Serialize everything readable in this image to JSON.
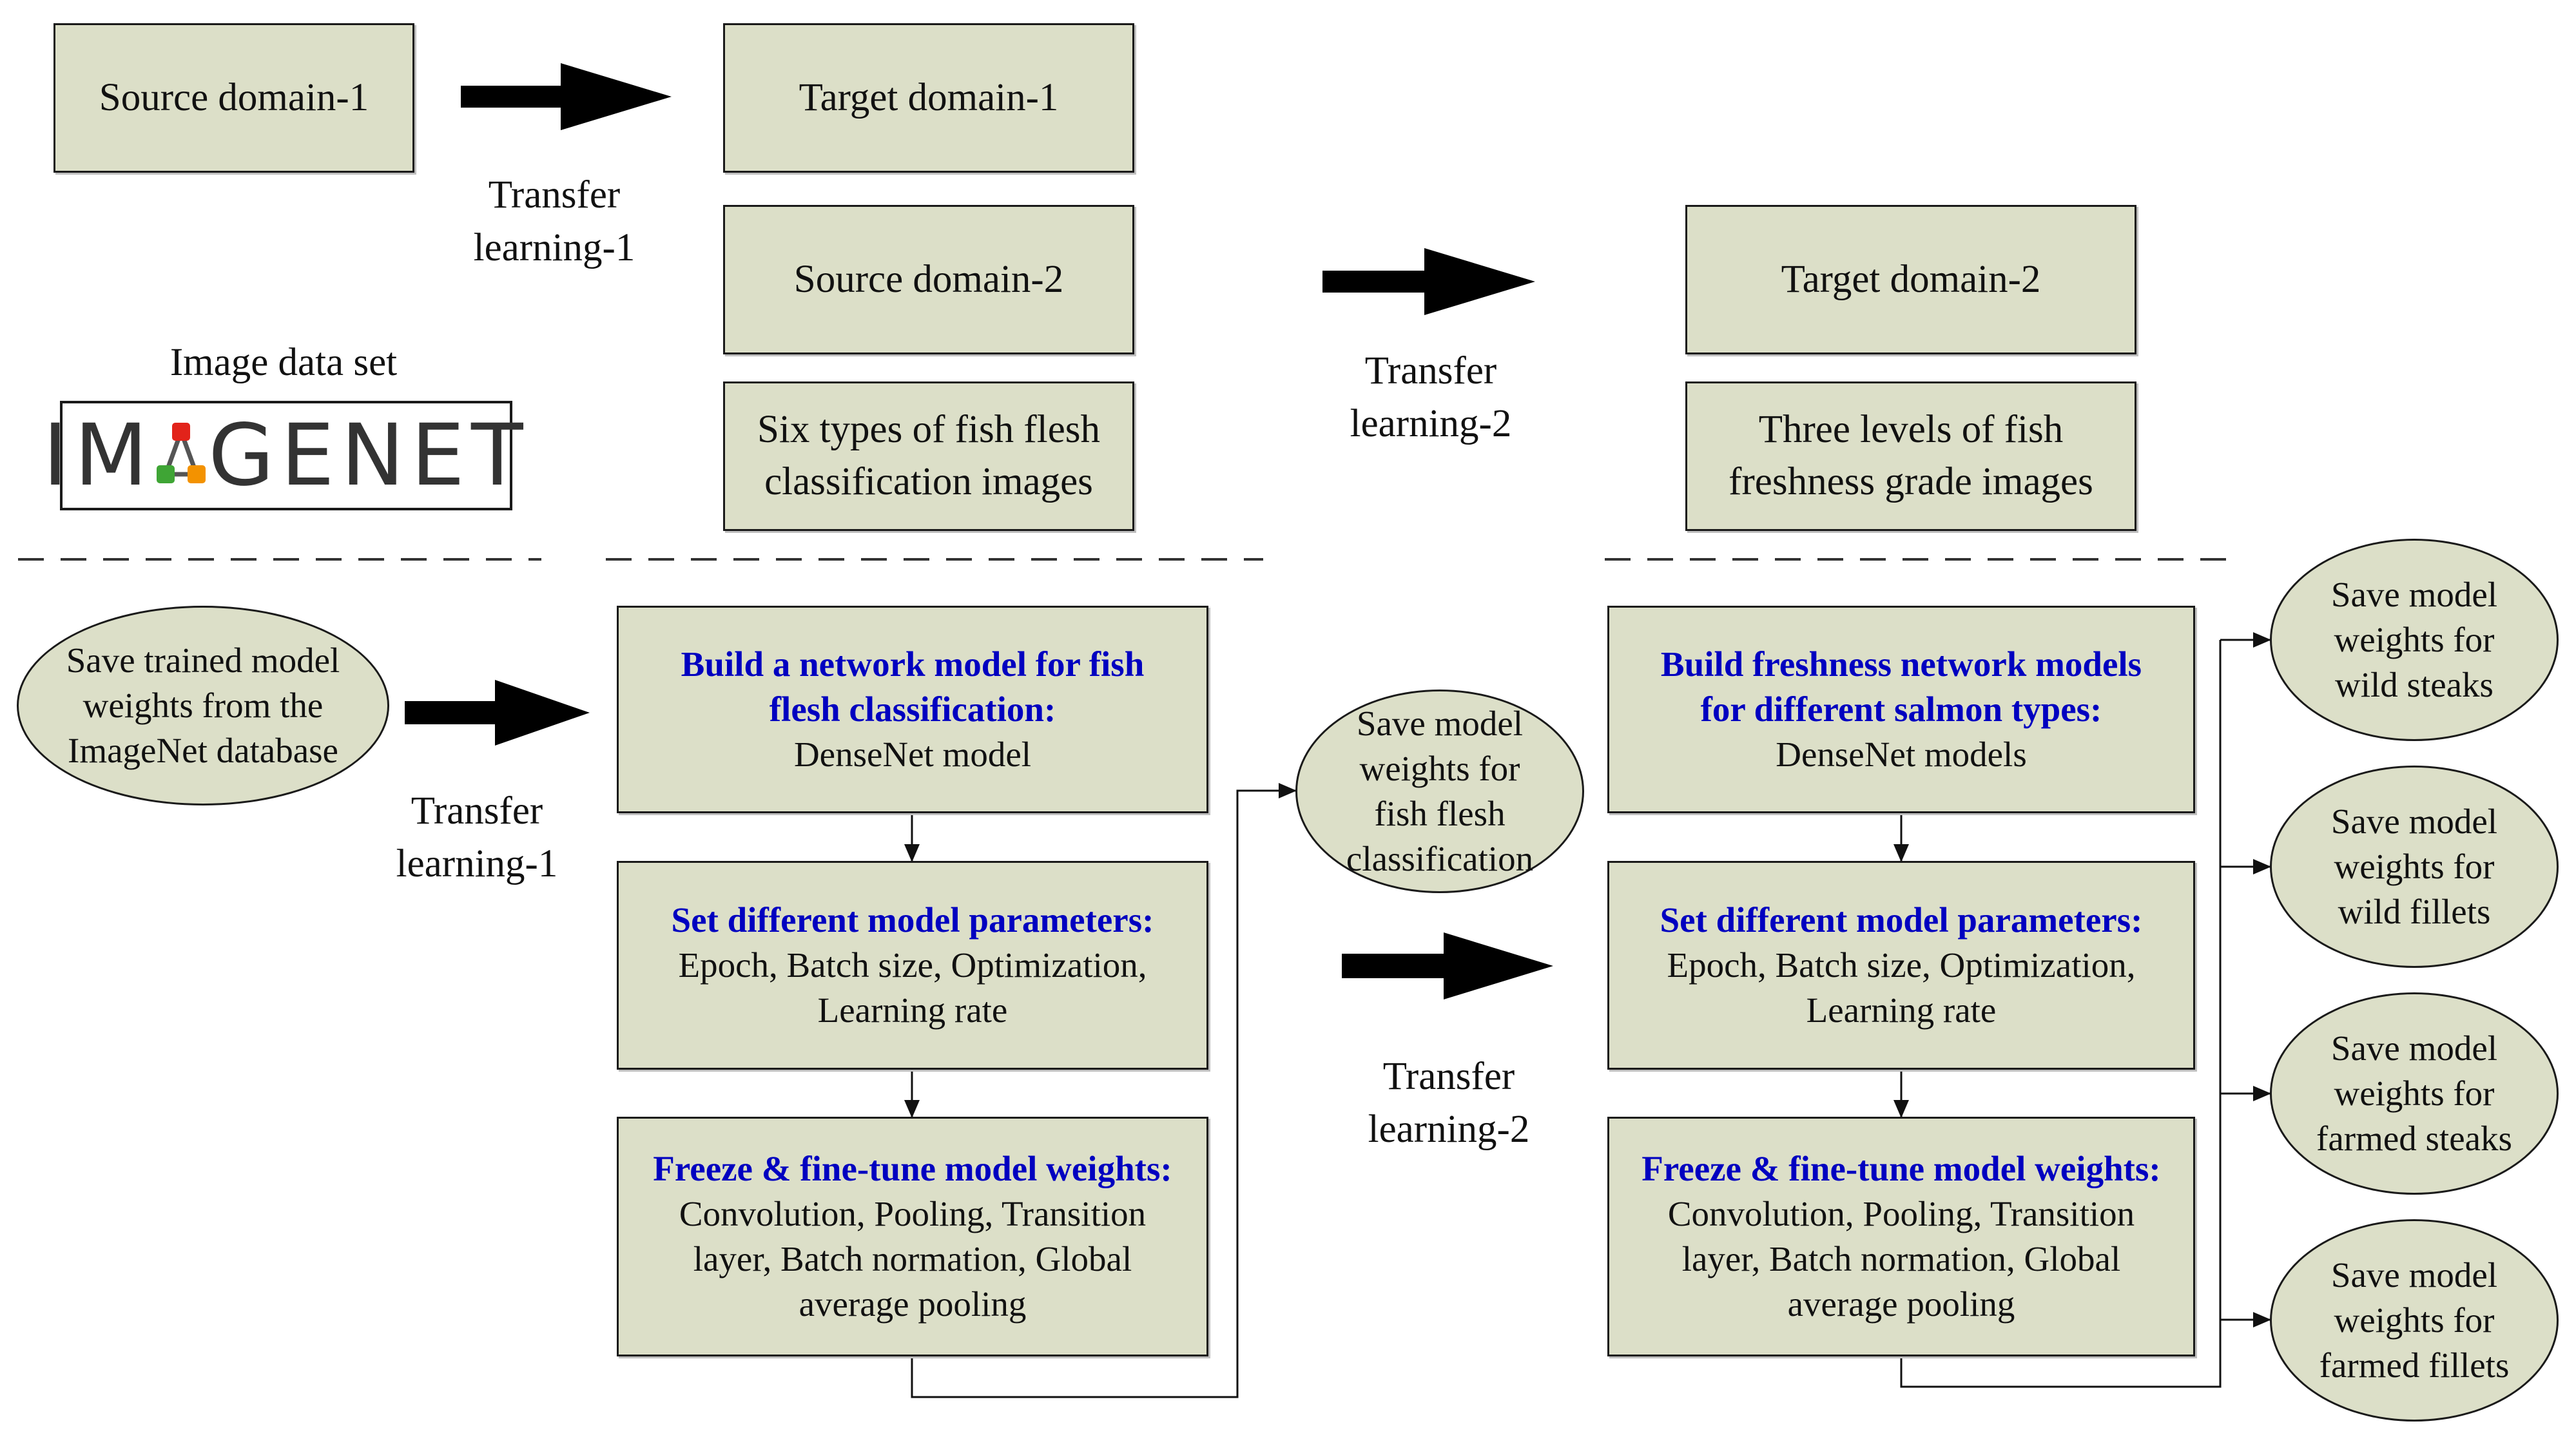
{
  "source_domain_1": "Source domain-1",
  "target_domain_1": "Target domain-1",
  "source_domain_2": "Source domain-2",
  "target_domain_2": "Target domain-2",
  "fish_flesh_images": [
    "Six types of fish flesh",
    "classification images"
  ],
  "freshness_images": [
    "Three levels of fish",
    "freshness grade images"
  ],
  "image_data_set_label": "Image data set",
  "imagenet_logo": {
    "text_left": "IM",
    "text_right": "GENET",
    "node_colors": [
      "#3fa535",
      "#e2231a",
      "#f39200"
    ]
  },
  "transfer_1_label": [
    "Transfer",
    "learning-1"
  ],
  "transfer_2_label": [
    "Transfer",
    "learning-2"
  ],
  "save_imagenet": [
    "Save trained model",
    "weights from the",
    "ImageNet database"
  ],
  "save_fish_flesh": [
    "Save model",
    "weights for",
    "fish flesh",
    "classification"
  ],
  "left_pipeline": {
    "build": {
      "heading": [
        "Build a network model for fish",
        "flesh classification:"
      ],
      "body": [
        "DenseNet model"
      ]
    },
    "params": {
      "heading": [
        "Set different model parameters:"
      ],
      "body": [
        "Epoch, Batch size, Optimization,",
        "Learning rate"
      ]
    },
    "freeze": {
      "heading": [
        "Freeze & fine-tune model weights:"
      ],
      "body": [
        "Convolution, Pooling, Transition",
        "layer, Batch normation, Global",
        "average pooling"
      ]
    }
  },
  "right_pipeline": {
    "build": {
      "heading": [
        "Build freshness network models",
        "for different salmon types:"
      ],
      "body": [
        "DenseNet models"
      ]
    },
    "params": {
      "heading": [
        "Set different model parameters:"
      ],
      "body": [
        "Epoch, Batch size, Optimization,",
        "Learning rate"
      ]
    },
    "freeze": {
      "heading": [
        "Freeze & fine-tune model weights:"
      ],
      "body": [
        "Convolution, Pooling, Transition",
        "layer, Batch normation, Global",
        "average pooling"
      ]
    }
  },
  "outputs": [
    [
      "Save model",
      "weights for",
      "wild steaks"
    ],
    [
      "Save model",
      "weights for",
      "wild fillets"
    ],
    [
      "Save model",
      "weights for",
      "farmed steaks"
    ],
    [
      "Save model",
      "weights for",
      "farmed fillets"
    ]
  ],
  "colors": {
    "box_fill": "#dcdfc8",
    "heading_blue": "#0000c0",
    "stroke": "#1a1a1a"
  }
}
